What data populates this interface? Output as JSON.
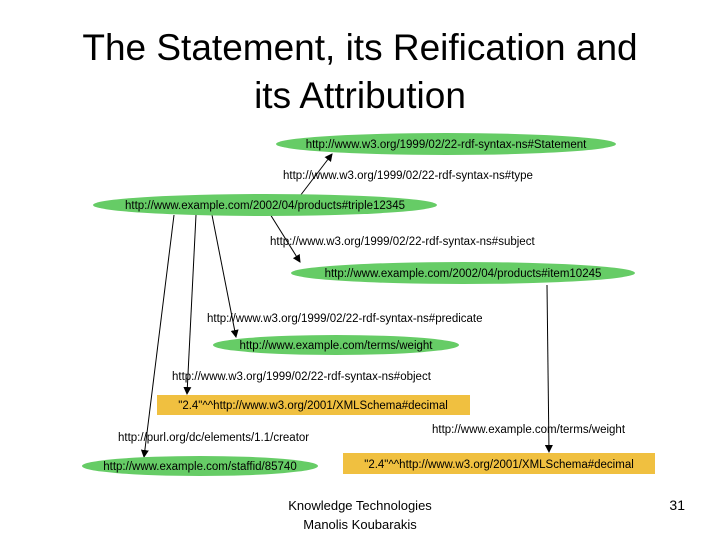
{
  "slide": {
    "title_line1": "The Statement, its Reification and",
    "title_line2": "its Attribution",
    "footer_line1": "Knowledge Technologies",
    "footer_line2": "Manolis Koubarakis",
    "page_number": "31"
  },
  "graph": {
    "nodes": {
      "statement": "http://www.w3.org/1999/02/22-rdf-syntax-ns#Statement",
      "triple": "http://www.example.com/2002/04/products#triple12345",
      "item": "http://www.example.com/2002/04/products#item10245",
      "weight": "http://www.example.com/terms/weight",
      "literal_object": "\"2.4\"^^http://www.w3.org/2001/XMLSchema#decimal",
      "staff": "http://www.example.com/staffid/85740",
      "literal_weight": "\"2.4\"^^http://www.w3.org/2001/XMLSchema#decimal"
    },
    "edges": {
      "type": "http://www.w3.org/1999/02/22-rdf-syntax-ns#type",
      "subject": "http://www.w3.org/1999/02/22-rdf-syntax-ns#subject",
      "predicate": "http://www.w3.org/1999/02/22-rdf-syntax-ns#predicate",
      "object": "http://www.w3.org/1999/02/22-rdf-syntax-ns#object",
      "creator": "http://purl.org/dc/elements/1.1/creator",
      "weight": "http://www.example.com/terms/weight"
    },
    "colors": {
      "resource_fill": "#66cc66",
      "literal_fill": "#f0c040",
      "line": "#000000"
    }
  }
}
